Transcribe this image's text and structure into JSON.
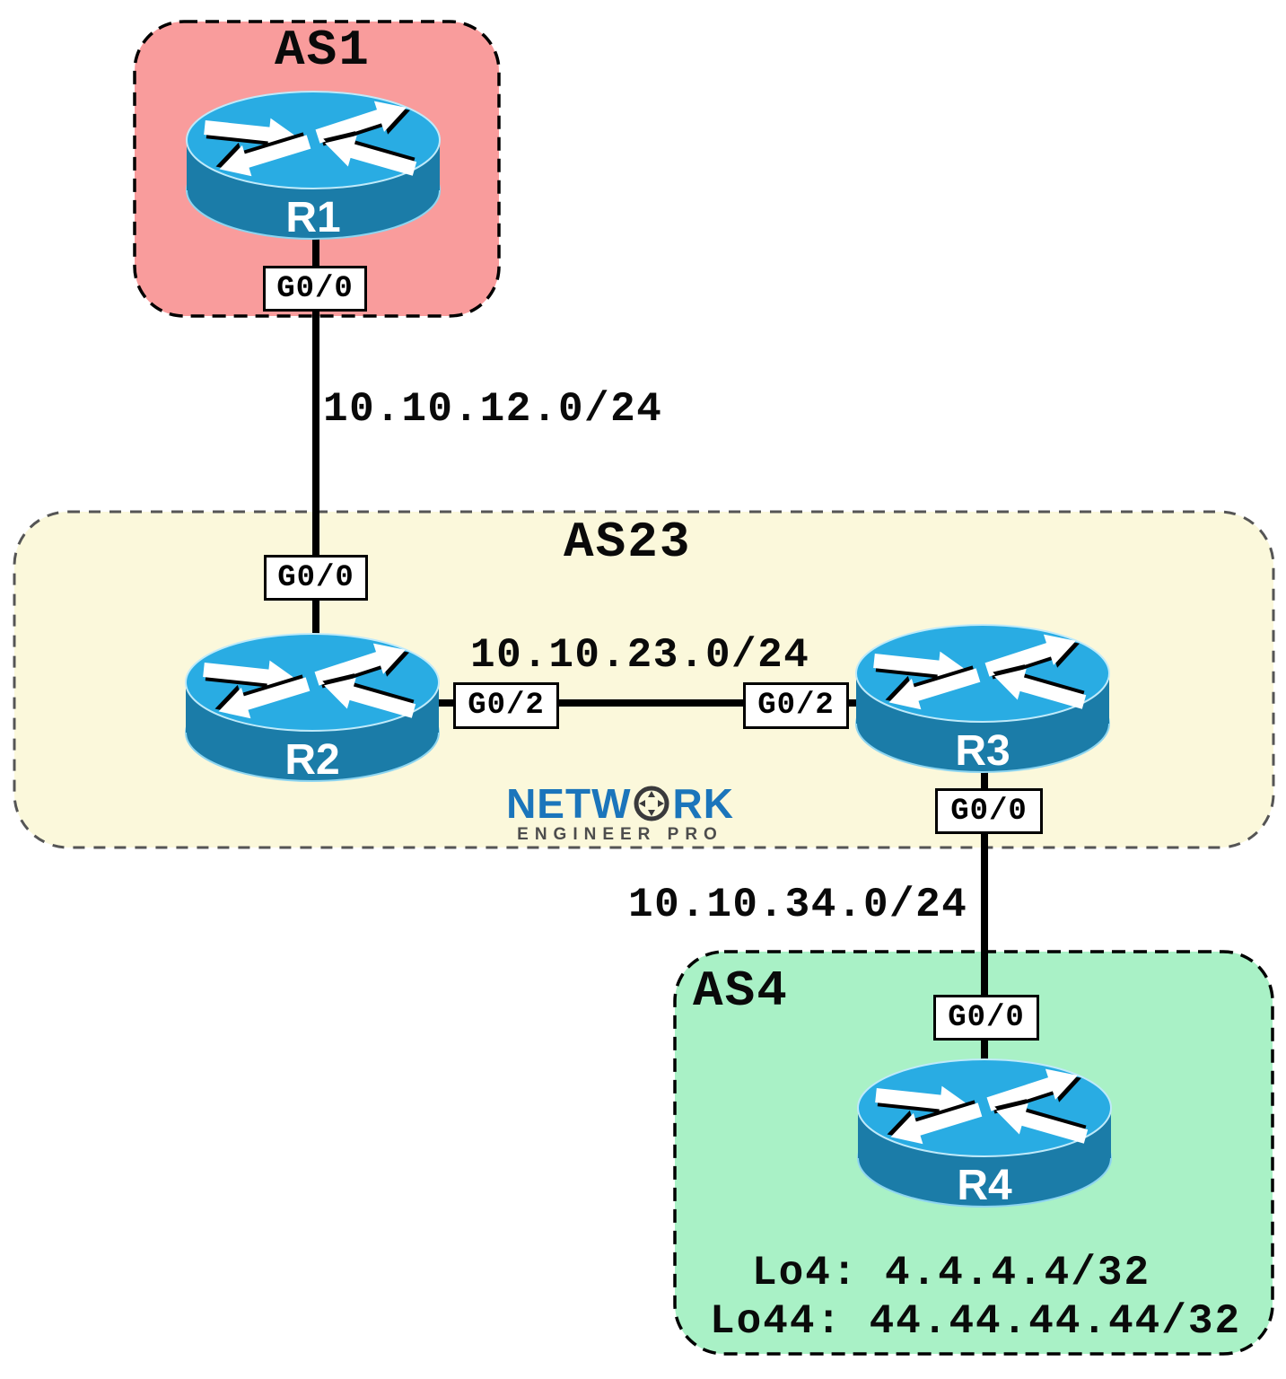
{
  "colors": {
    "as1_fill": "#F99C9C",
    "as23_fill": "#FBF8DB",
    "as4_fill": "#A9F1C6",
    "as1_border": "#000000",
    "as23_border": "#555555",
    "as4_border": "#000000",
    "router_top": "#29ACE3",
    "router_body": "#1B7CA8",
    "link_color": "#000000",
    "logo_blue": "#1B75BB",
    "logo_gray": "#4D4D4D"
  },
  "as_groups": [
    {
      "label": "AS1"
    },
    {
      "label": "AS23"
    },
    {
      "label": "AS4"
    }
  ],
  "routers": [
    {
      "label": "R1"
    },
    {
      "label": "R2"
    },
    {
      "label": "R3"
    },
    {
      "label": "R4"
    }
  ],
  "interfaces": {
    "r1_g00": "G0/0",
    "r2_g00": "G0/0",
    "r2_g02": "G0/2",
    "r3_g02": "G0/2",
    "r3_g00": "G0/0",
    "r4_g00": "G0/0"
  },
  "links": [
    {
      "network": "10.10.12.0/24"
    },
    {
      "network": "10.10.23.0/24"
    },
    {
      "network": "10.10.34.0/24"
    }
  ],
  "loopbacks": [
    {
      "text": "Lo4: 4.4.4.4/32"
    },
    {
      "text": "Lo44: 44.44.44.44/32"
    }
  ],
  "logo": {
    "word_start": "NETW",
    "word_end": "RK",
    "subtitle": "ENGINEER PRO"
  }
}
